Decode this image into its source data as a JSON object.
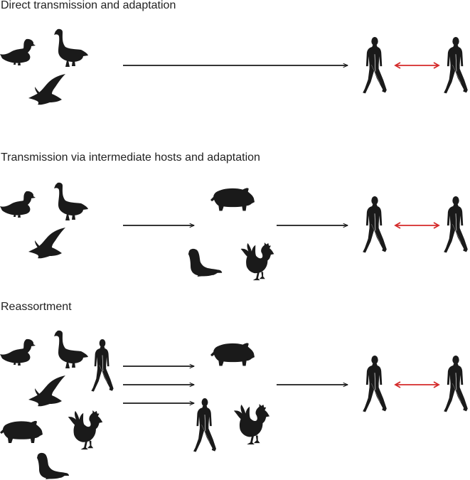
{
  "colors": {
    "silhouette": "#1a1a1a",
    "arrow": "#1a1a1a",
    "human_to_human_arrow": "#d42a2a",
    "background": "#ffffff"
  },
  "sections": [
    {
      "title": "Direct transmission and adaptation",
      "sources": [
        "duck-icon",
        "goose-icon",
        "gull-icon"
      ],
      "intermediates": [],
      "result": [
        "human-icon",
        "human-icon"
      ]
    },
    {
      "title": "Transmission via intermediate hosts and adaptation",
      "sources": [
        "duck-icon",
        "goose-icon",
        "gull-icon"
      ],
      "intermediates": [
        "pig-icon",
        "seal-icon",
        "rooster-icon"
      ],
      "result": [
        "human-icon",
        "human-icon"
      ]
    },
    {
      "title": "Reassortment",
      "sources": [
        "duck-icon",
        "goose-icon",
        "human-icon",
        "gull-icon",
        "pig-icon",
        "rooster-icon",
        "seal-icon"
      ],
      "intermediates": [
        "pig-icon",
        "human-icon",
        "rooster-icon"
      ],
      "result": [
        "human-icon",
        "human-icon"
      ]
    }
  ]
}
